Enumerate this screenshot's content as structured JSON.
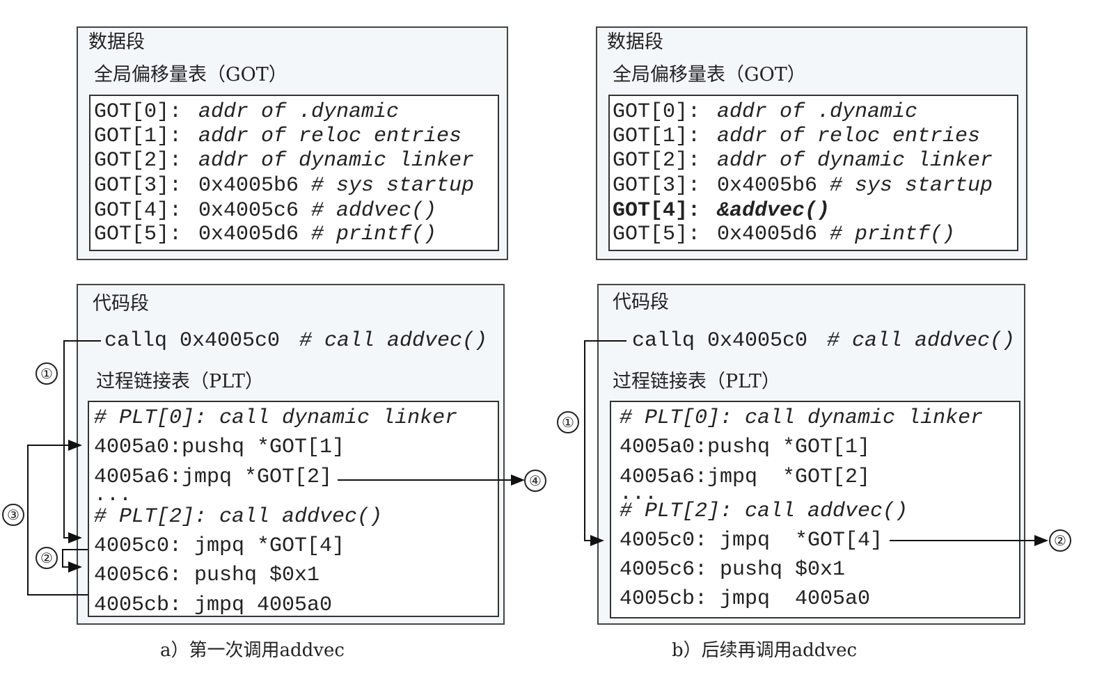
{
  "left": {
    "data_title": "数据段",
    "got_title": "全局偏移量表（GOT）",
    "got": [
      {
        "label": "GOT[0]:",
        "value": "addr of .dynamic",
        "comment": ""
      },
      {
        "label": "GOT[1]:",
        "value": "addr of reloc entries",
        "comment": ""
      },
      {
        "label": "GOT[2]:",
        "value": "addr of dynamic linker",
        "comment": ""
      },
      {
        "label": "GOT[3]:",
        "value": "0x4005b6",
        "comment": "# sys startup"
      },
      {
        "label": "GOT[4]:",
        "value": "0x4005c6",
        "comment": "# addvec()"
      },
      {
        "label": "GOT[5]:",
        "value": "0x4005d6",
        "comment": "# printf()"
      }
    ],
    "code_title": "代码段",
    "callq": "callq 0x4005c0",
    "callq_comment": "# call addvec()",
    "plt_title": "过程链接表（PLT）",
    "plt": [
      "# PLT[0]: call dynamic linker",
      "4005a0:pushq *GOT[1]",
      "4005a6:jmpq *GOT[2]",
      "...",
      "# PLT[2]: call addvec()",
      "4005c0: jmpq *GOT[4]",
      "4005c6: pushq $0x1",
      "4005cb: jmpq 4005a0"
    ],
    "steps": [
      "①",
      "②",
      "③",
      "④"
    ],
    "caption": "a）第一次调用addvec"
  },
  "right": {
    "data_title": "数据段",
    "got_title": "全局偏移量表（GOT）",
    "got": [
      {
        "label": "GOT[0]:",
        "value": "addr of .dynamic",
        "comment": ""
      },
      {
        "label": "GOT[1]:",
        "value": "addr of reloc entries",
        "comment": ""
      },
      {
        "label": "GOT[2]:",
        "value": "addr of dynamic linker",
        "comment": ""
      },
      {
        "label": "GOT[3]:",
        "value": "0x4005b6",
        "comment": "# sys startup"
      },
      {
        "label": "GOT[4]:",
        "value": "&addvec()",
        "comment": ""
      },
      {
        "label": "GOT[5]:",
        "value": "0x4005d6",
        "comment": "# printf()"
      }
    ],
    "code_title": "代码段",
    "callq": "callq 0x4005c0",
    "callq_comment": "# call addvec()",
    "plt_title": "过程链接表（PLT）",
    "plt": [
      "# PLT[0]: call dynamic linker",
      "4005a0:pushq *GOT[1]",
      "4005a6:jmpq  *GOT[2]",
      "...",
      "# PLT[2]: call addvec()",
      "4005c0: jmpq  *GOT[4]",
      "4005c6: pushq $0x1",
      "4005cb: jmpq  4005a0"
    ],
    "steps": [
      "①",
      "②"
    ],
    "caption": "b）后续再调用addvec"
  }
}
